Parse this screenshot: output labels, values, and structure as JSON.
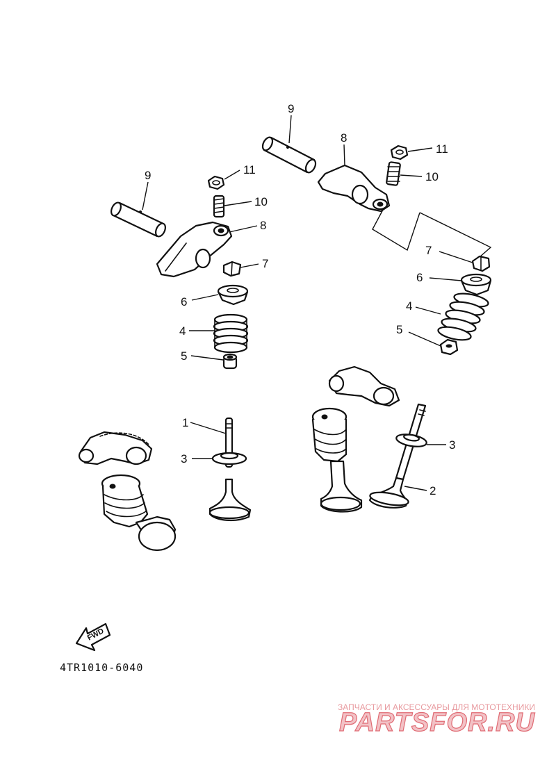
{
  "callouts": {
    "valve_intake": "1",
    "valve_exhaust": "2",
    "seal_left": "3",
    "seal_right": "3",
    "spring_left": "4",
    "spring_right": "4",
    "seat_left": "5",
    "seat_right": "5",
    "retainer_left": "6",
    "retainer_right": "6",
    "cotter_left": "7",
    "cotter_right": "7",
    "rocker_left": "8",
    "rocker_right": "8",
    "shaft_left": "9",
    "shaft_right": "9",
    "adjuster_left": "10",
    "adjuster_right": "10",
    "nut_left": "11",
    "nut_right": "11"
  },
  "fwd_label": "FWD",
  "diagram_code": "4TR1010-6040",
  "watermark": {
    "subtitle": "ЗАПЧАСТИ И АКСЕССУАРЫ ДЛЯ МОТОТЕХНИКИ",
    "brand": "PARTSFOR.RU"
  }
}
